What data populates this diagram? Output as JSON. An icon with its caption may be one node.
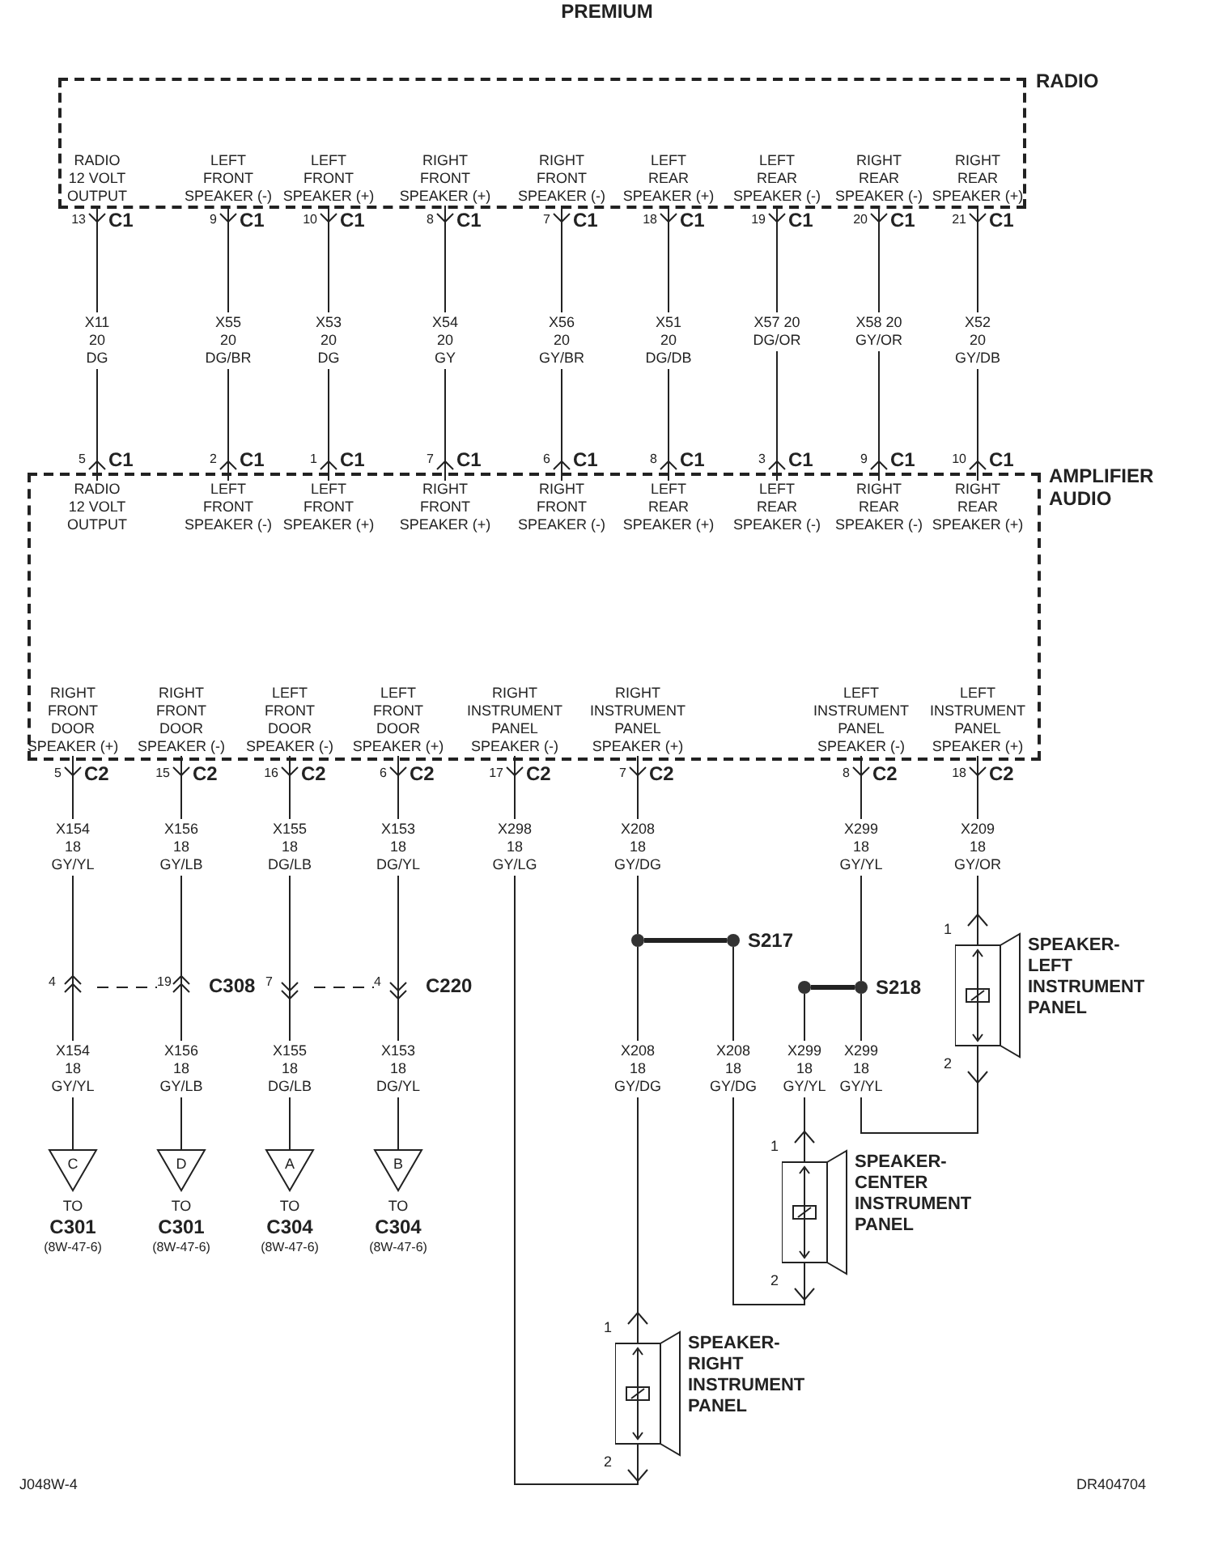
{
  "diagram": {
    "title": "PREMIUM",
    "nodes": [
      {
        "text": [
          "RADIO"
        ]
      },
      {
        "text": [
          "RADIO 12 VOLT OUTPUT"
        ],
        "in": 0,
        "beside": [
          "13",
          "C1"
        ]
      },
      {
        "text": [
          "LEFT FRONT SPEAKER (-)"
        ],
        "in": 0,
        "beside": [
          "9",
          "C1"
        ]
      },
      {
        "text": [
          "LEFT FRONT SPEAKER (+)"
        ],
        "in": 0,
        "beside": [
          "10",
          "C1"
        ]
      },
      {
        "text": [
          "RIGHT FRONT SPEAKER (+)"
        ],
        "in": 0,
        "beside": [
          "8",
          "C1"
        ]
      },
      {
        "text": [
          "RIGHT FRONT SPEAKER (-)"
        ],
        "in": 0,
        "beside": [
          "7",
          "C1"
        ]
      },
      {
        "text": [
          "LEFT REAR SPEAKER (+)"
        ],
        "in": 0,
        "beside": [
          "18",
          "C1"
        ]
      },
      {
        "text": [
          "LEFT REAR SPEAKER (-)"
        ],
        "in": 0,
        "beside": [
          "19",
          "C1"
        ]
      },
      {
        "text": [
          "RIGHT REAR SPEAKER (-)"
        ],
        "in": 0,
        "beside": [
          "20",
          "C1"
        ]
      },
      {
        "text": [
          "RIGHT REAR SPEAKER (+)"
        ],
        "in": 0,
        "beside": [
          "21",
          "C1"
        ]
      },
      {
        "text": [
          "AMPLIFIER AUDIO"
        ]
      },
      {
        "text": [
          "RADIO 12 VOLT OUTPUT"
        ],
        "in": 10,
        "beside": [
          "5",
          "C1"
        ]
      },
      {
        "text": [
          "LEFT FRONT SPEAKER (-)"
        ],
        "in": 10,
        "beside": [
          "2",
          "C1"
        ]
      },
      {
        "text": [
          "LEFT FRONT SPEAKER (+)"
        ],
        "in": 10,
        "beside": [
          "1",
          "C1"
        ]
      },
      {
        "text": [
          "RIGHT FRONT SPEAKER (+)"
        ],
        "in": 10,
        "beside": [
          "7",
          "C1"
        ]
      },
      {
        "text": [
          "RIGHT FRONT SPEAKER (-)"
        ],
        "in": 10,
        "beside": [
          "6",
          "C1"
        ]
      },
      {
        "text": [
          "LEFT REAR SPEAKER (+)"
        ],
        "in": 10,
        "beside": [
          "8",
          "C1"
        ]
      },
      {
        "text": [
          "LEFT REAR SPEAKER (-)"
        ],
        "in": 10,
        "beside": [
          "3",
          "C1"
        ]
      },
      {
        "text": [
          "RIGHT REAR SPEAKER (-)"
        ],
        "in": 10,
        "beside": [
          "9",
          "C1"
        ]
      },
      {
        "text": [
          "RIGHT REAR SPEAKER (+)"
        ],
        "in": 10,
        "beside": [
          "10",
          "C1"
        ]
      },
      {
        "text": [
          "RIGHT FRONT DOOR SPEAKER (+)"
        ],
        "in": 10,
        "beside": [
          "5",
          "C2"
        ]
      },
      {
        "text": [
          "RIGHT FRONT DOOR SPEAKER (-)"
        ],
        "in": 10,
        "beside": [
          "15",
          "C2"
        ]
      },
      {
        "text": [
          "LEFT FRONT DOOR SPEAKER (-)"
        ],
        "in": 10,
        "beside": [
          "16",
          "C2"
        ]
      },
      {
        "text": [
          "LEFT FRONT DOOR SPEAKER (+)"
        ],
        "in": 10,
        "beside": [
          "6",
          "C2"
        ]
      },
      {
        "text": [
          "RIGHT INSTRUMENT PANEL SPEAKER (-)"
        ],
        "in": 10,
        "beside": [
          "17",
          "C2"
        ]
      },
      {
        "text": [
          "RIGHT INSTRUMENT PANEL SPEAKER (+)"
        ],
        "in": 10,
        "beside": [
          "7",
          "C2"
        ]
      },
      {
        "text": [
          "LEFT INSTRUMENT PANEL SPEAKER (-)"
        ],
        "in": 10,
        "beside": [
          "8",
          "C2"
        ]
      },
      {
        "text": [
          "LEFT INSTRUMENT PANEL SPEAKER (+)"
        ],
        "in": 10,
        "beside": [
          "18",
          "C2"
        ]
      },
      {
        "text": [
          "4"
        ]
      },
      {
        "text": [
          "19"
        ],
        "beside": [
          "C308"
        ]
      },
      {
        "text": [
          "7"
        ]
      },
      {
        "text": [
          "4"
        ],
        "beside": [
          "C220"
        ]
      },
      {
        "text": [
          "C"
        ],
        "beside": [
          "TO",
          "C301",
          "(8W-47-6)"
        ]
      },
      {
        "text": [
          "D"
        ],
        "beside": [
          "TO",
          "C301",
          "(8W-47-6)"
        ]
      },
      {
        "text": [
          "A"
        ],
        "beside": [
          "TO",
          "C304",
          "(8W-47-6)"
        ]
      },
      {
        "text": [
          "B"
        ],
        "beside": [
          "TO",
          "C304",
          "(8W-47-6)"
        ]
      },
      {
        "text": [],
        "shape": "circle"
      },
      {
        "text": [],
        "shape": "circle",
        "beside": [
          "S217"
        ]
      },
      {
        "text": [],
        "shape": "circle"
      },
      {
        "text": [],
        "shape": "circle",
        "beside": [
          "S218"
        ]
      },
      {
        "text": [
          "SPEAKER-LEFT INSTRUMENT PANEL"
        ],
        "beside": [
          "1",
          "2"
        ]
      },
      {
        "text": [
          "SPEAKER-CENTER INSTRUMENT PANEL"
        ],
        "beside": [
          "1",
          "2"
        ]
      },
      {
        "text": [
          "SPEAKER-RIGHT INSTRUMENT PANEL"
        ],
        "beside": [
          "1",
          "2"
        ]
      }
    ],
    "edges": [
      {
        "from": 1,
        "to": 11,
        "arrow": "none",
        "label": "X11 20 DG"
      },
      {
        "from": 2,
        "to": 12,
        "arrow": "none",
        "label": "X55 20 DG/BR"
      },
      {
        "from": 3,
        "to": 13,
        "arrow": "none",
        "label": "X53 20 DG"
      },
      {
        "from": 4,
        "to": 14,
        "arrow": "none",
        "label": "X54 20 GY"
      },
      {
        "from": 5,
        "to": 15,
        "arrow": "none",
        "label": "X56 20 GY/BR"
      },
      {
        "from": 6,
        "to": 16,
        "arrow": "none",
        "label": "X51 20 DG/DB"
      },
      {
        "from": 7,
        "to": 17,
        "arrow": "none",
        "label": "X57 20 DG/OR"
      },
      {
        "from": 8,
        "to": 18,
        "arrow": "none",
        "label": "X58 20 GY/OR"
      },
      {
        "from": 9,
        "to": 19,
        "arrow": "none",
        "label": "X52 20 GY/DB"
      },
      {
        "from": 20,
        "to": 28,
        "arrow": "none",
        "label": "X154 18 GY/YL"
      },
      {
        "from": 28,
        "to": 32,
        "arrow": "none",
        "label": "X154 18 GY/YL"
      },
      {
        "from": 21,
        "to": 29,
        "arrow": "none",
        "label": "X156 18 GY/LB"
      },
      {
        "from": 29,
        "to": 33,
        "arrow": "none",
        "label": "X156 18 GY/LB"
      },
      {
        "from": 22,
        "to": 30,
        "arrow": "none",
        "label": "X155 18 DG/LB"
      },
      {
        "from": 30,
        "to": 34,
        "arrow": "none",
        "label": "X155 18 DG/LB"
      },
      {
        "from": 23,
        "to": 31,
        "arrow": "none",
        "label": "X153 18 DG/YL"
      },
      {
        "from": 31,
        "to": 35,
        "arrow": "none",
        "label": "X153 18 DG/YL"
      },
      {
        "from": 28,
        "to": 29,
        "arrow": "none",
        "style": "dashed"
      },
      {
        "from": 30,
        "to": 31,
        "arrow": "none",
        "style": "dashed"
      },
      {
        "from": 24,
        "to": 42,
        "arrow": "other",
        "label": "X298 18 GY/LG"
      },
      {
        "from": 25,
        "to": 36,
        "arrow": "none",
        "label": "X208 18 GY/DG"
      },
      {
        "from": 36,
        "to": 37,
        "arrow": "none",
        "style": "thick"
      },
      {
        "from": 36,
        "to": 42,
        "arrow": "other",
        "label": "X208 18 GY/DG"
      },
      {
        "from": 37,
        "to": 41,
        "arrow": "other",
        "label": "X208 18 GY/DG"
      },
      {
        "from": 26,
        "to": 39,
        "arrow": "none",
        "label": "X299 18 GY/YL"
      },
      {
        "from": 39,
        "to": 38,
        "arrow": "none",
        "style": "thick"
      },
      {
        "from": 38,
        "to": 41,
        "arrow": "other",
        "label": "X299 18 GY/YL"
      },
      {
        "from": 39,
        "to": 40,
        "arrow": "other",
        "label": "X299 18 GY/YL"
      },
      {
        "from": 27,
        "to": 40,
        "arrow": "other",
        "label": "X209 18 GY/OR"
      }
    ],
    "labels": [
      "J048W-4",
      "DR404704"
    ]
  }
}
